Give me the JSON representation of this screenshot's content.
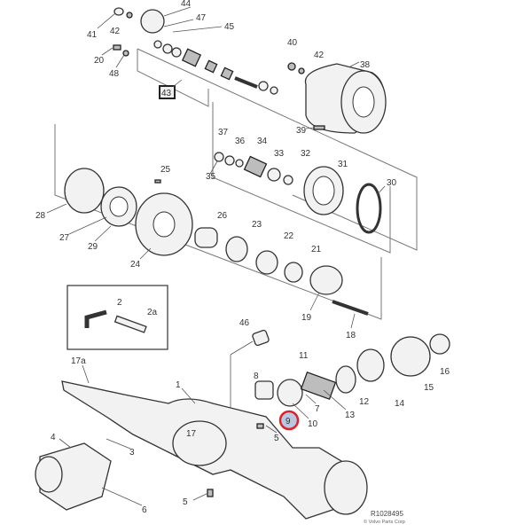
{
  "diagram": {
    "drawing_number": "R1028495",
    "copyright": "© Volvo Parts Corp",
    "highlighted_callout": "9",
    "highlight_color": "#e0202a",
    "highlight_fill": "#b8c8e0",
    "callouts": [
      "44",
      "47",
      "45",
      "41",
      "42",
      "20",
      "48",
      "43",
      "40",
      "42",
      "38",
      "39",
      "37",
      "36",
      "34",
      "33",
      "32",
      "31",
      "35",
      "30",
      "25",
      "28",
      "27",
      "29",
      "26",
      "24",
      "23",
      "22",
      "21",
      "2",
      "2a",
      "19",
      "18",
      "46",
      "17a",
      "11",
      "8",
      "1",
      "12",
      "14",
      "15",
      "16",
      "7",
      "13",
      "10",
      "5",
      "4",
      "3",
      "17",
      "6",
      "5"
    ]
  }
}
